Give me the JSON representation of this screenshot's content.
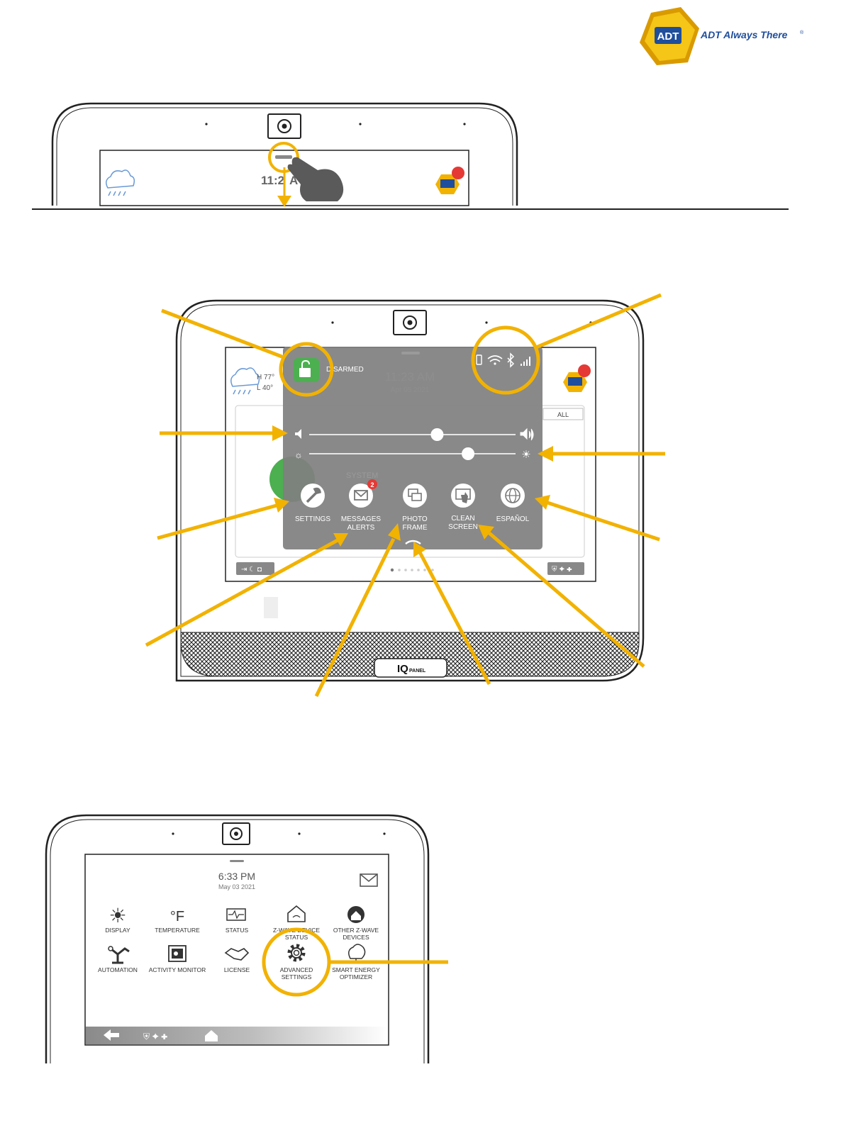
{
  "brand": {
    "logo_text": "ADT",
    "tagline": "ADT Always There",
    "reg_mark": "®"
  },
  "figure1": {
    "time_partial": "11:2",
    "time_suffix": "A"
  },
  "figure2": {
    "status": "DISARMED",
    "status_obscured_char": "D",
    "time": "11:23 AM",
    "date": "Apr 05 2021",
    "weather_high": "H 77°",
    "weather_low": "L 40°",
    "tab_all": "ALL",
    "system_text": "SYSTEM",
    "volume_level": 0.62,
    "brightness_level": 0.77,
    "message_badge": "2",
    "shortcuts": [
      {
        "icon": "wrench-icon",
        "line1": "SETTINGS",
        "line2": ""
      },
      {
        "icon": "envelope-icon",
        "line1": "MESSAGES",
        "line2": "ALERTS"
      },
      {
        "icon": "photo-frame-icon",
        "line1": "PHOTO",
        "line2": "FRAME"
      },
      {
        "icon": "clean-screen-icon",
        "line1": "CLEAN",
        "line2": "SCREEN"
      },
      {
        "icon": "globe-icon",
        "line1": "ESPAÑOL",
        "line2": ""
      }
    ],
    "panel_logo": "IQ",
    "panel_logo_sub": "PANEL"
  },
  "figure3": {
    "time": "6:33 PM",
    "date": "May 03 2021",
    "items": [
      {
        "icon": "sun-icon",
        "line1": "DISPLAY",
        "line2": ""
      },
      {
        "icon": "fahrenheit-icon",
        "line1": "TEMPERATURE",
        "line2": ""
      },
      {
        "icon": "status-monitor-icon",
        "line1": "STATUS",
        "line2": ""
      },
      {
        "icon": "house-wave-icon",
        "line1": "Z-WAVE DEVICE",
        "line2": "STATUS"
      },
      {
        "icon": "device-icon",
        "line1": "OTHER Z-WAVE",
        "line2": "DEVICES"
      },
      {
        "icon": "robot-arm-icon",
        "line1": "AUTOMATION",
        "line2": ""
      },
      {
        "icon": "safe-icon",
        "line1": "ACTIVITY MONITOR",
        "line2": ""
      },
      {
        "icon": "handshake-icon",
        "line1": "LICENSE",
        "line2": ""
      },
      {
        "icon": "gear-icon",
        "line1": "ADVANCED",
        "line2": "SETTINGS"
      },
      {
        "icon": "smart-energy-icon",
        "line1": "SMART ENERGY",
        "line2": "OPTIMIZER"
      }
    ]
  },
  "colors": {
    "accent": "#f2b200",
    "overlay": "#808080",
    "disarmed_green": "#4caf50",
    "badge_red": "#e53935"
  }
}
